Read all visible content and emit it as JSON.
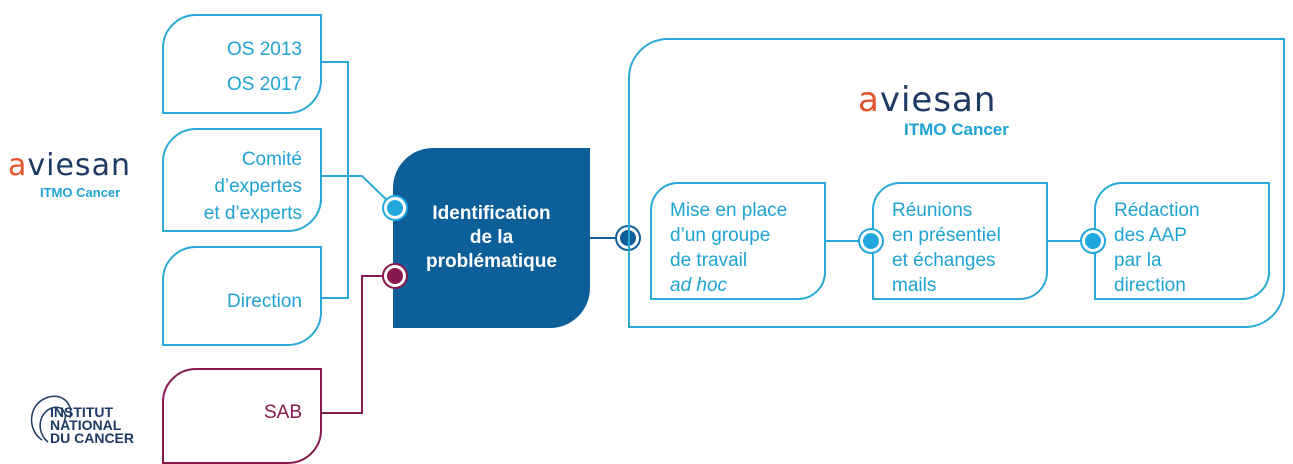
{
  "sources": {
    "os": [
      "OS 2013",
      "OS 2017"
    ],
    "comite": [
      "Comité",
      "d’expertes",
      "et d’experts"
    ],
    "direction": "Direction",
    "sab": "SAB"
  },
  "center": [
    "Identification",
    "de la",
    "problématique"
  ],
  "aviesan_logo": {
    "word_first": "a",
    "word_rest": "viesan",
    "subtitle": "ITMO Cancer"
  },
  "inca_logo": [
    "INSTITUT",
    "NATIONAL",
    "DU CANCER"
  ],
  "steps": [
    [
      "Mise en place",
      "d’un groupe",
      "de travail",
      "ad hoc"
    ],
    [
      "Réunions",
      "en présentiel",
      "et échanges",
      "mails"
    ],
    [
      "Rédaction",
      "des AAP",
      "par la",
      "direction"
    ]
  ],
  "colors": {
    "light_blue": "#29a9d6",
    "navy": "#0d5f9a",
    "maroon": "#86194e",
    "orange": "#e2552c",
    "dark_logo": "#1c3a63"
  }
}
